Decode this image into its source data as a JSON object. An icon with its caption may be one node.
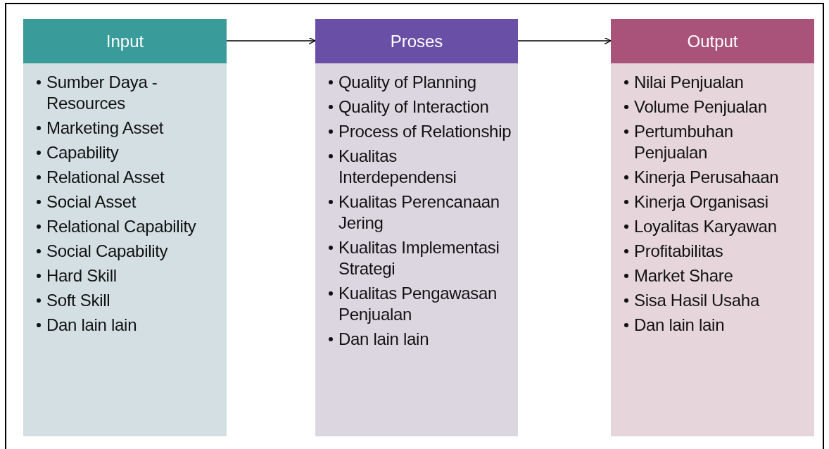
{
  "diagram": {
    "nodes": [
      {
        "text": [
          "Input",
          "Sumber Daya - Resources",
          "Marketing Asset",
          "Capability",
          "Relational Asset",
          "Social Asset",
          "Relational Capability",
          "Social Capability",
          "Hard Skill",
          "Soft Skill",
          "Dan lain lain"
        ]
      },
      {
        "text": [
          "Proses",
          "Quality of Planning",
          "Quality of Interaction",
          "Process of Relationship",
          "Kualitas Interdependensi",
          "Kualitas Perencanaan Jering",
          "Kualitas Implementasi Strategi",
          "Kualitas Pengawasan Penjualan",
          "Dan lain lain"
        ]
      },
      {
        "text": [
          "Output",
          "Nilai Penjualan",
          "Volume Penjualan",
          "Pertumbuhan Penjualan",
          "Kinerja Perusahaan",
          "Kinerja Organisasi",
          "Loyalitas Karyawan",
          "Profitabilitas",
          "Market Share",
          "Sisa Hasil Usaha",
          "Dan lain lain"
        ]
      }
    ],
    "edges": [
      {
        "from": 0,
        "to": 1,
        "arrow": "to"
      },
      {
        "from": 1,
        "to": 2,
        "arrow": "to"
      }
    ]
  }
}
